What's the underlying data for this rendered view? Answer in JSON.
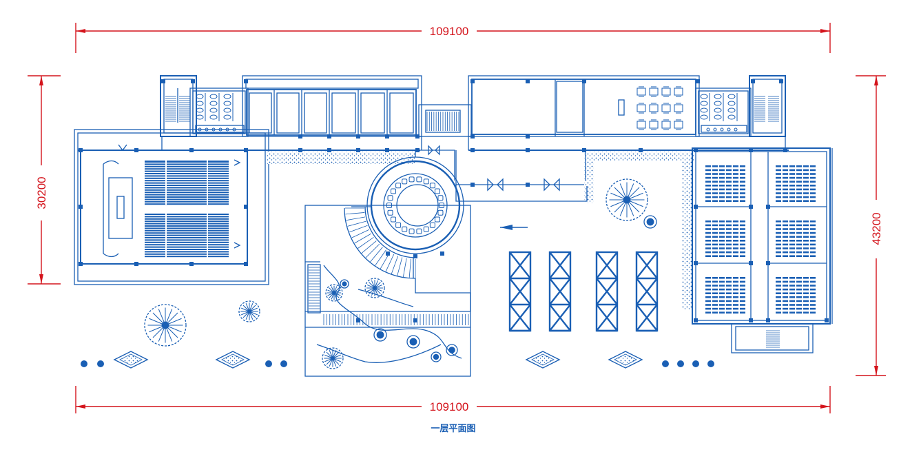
{
  "drawing": {
    "title": "一层平面图",
    "dimensions": {
      "top": "109100",
      "bottom": "109100",
      "left": "30200",
      "right": "43200"
    }
  },
  "colors": {
    "plan_lines": "#1a5fb4",
    "dimension_lines": "#d4141c",
    "background": "#ffffff"
  },
  "symbols": [
    "tree-icon",
    "shrub-icon",
    "diamond-planter-icon",
    "round-table-icon",
    "staircase-icon"
  ]
}
